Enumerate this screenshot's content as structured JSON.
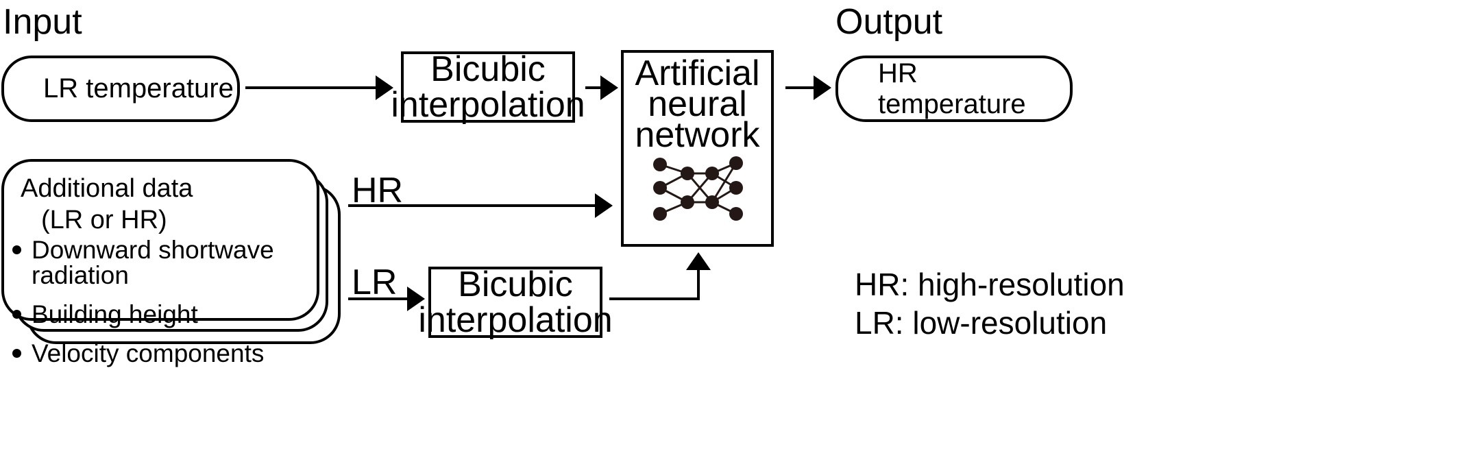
{
  "headings": {
    "input": "Input",
    "output": "Output"
  },
  "nodes": {
    "lr_temperature": "LR temperature",
    "bicubic_top": [
      "Bicubic",
      "interpolation"
    ],
    "bicubic_bottom": [
      "Bicubic",
      "interpolation"
    ],
    "ann": [
      "Artificial",
      "neural",
      "network"
    ],
    "hr_temperature": "HR temperature"
  },
  "additional_data": {
    "title": "Additional data",
    "subtitle": "(LR or HR)",
    "items": [
      "Downward shortwave radiation",
      "Building height",
      "Velocity components"
    ]
  },
  "edge_labels": {
    "hr": "HR",
    "lr": "LR"
  },
  "legend": {
    "hr": "HR: high-resolution",
    "lr": "LR: low-resolution"
  },
  "colors": {
    "stroke": "#000000",
    "node_fill": "#231815",
    "background": "#ffffff"
  }
}
